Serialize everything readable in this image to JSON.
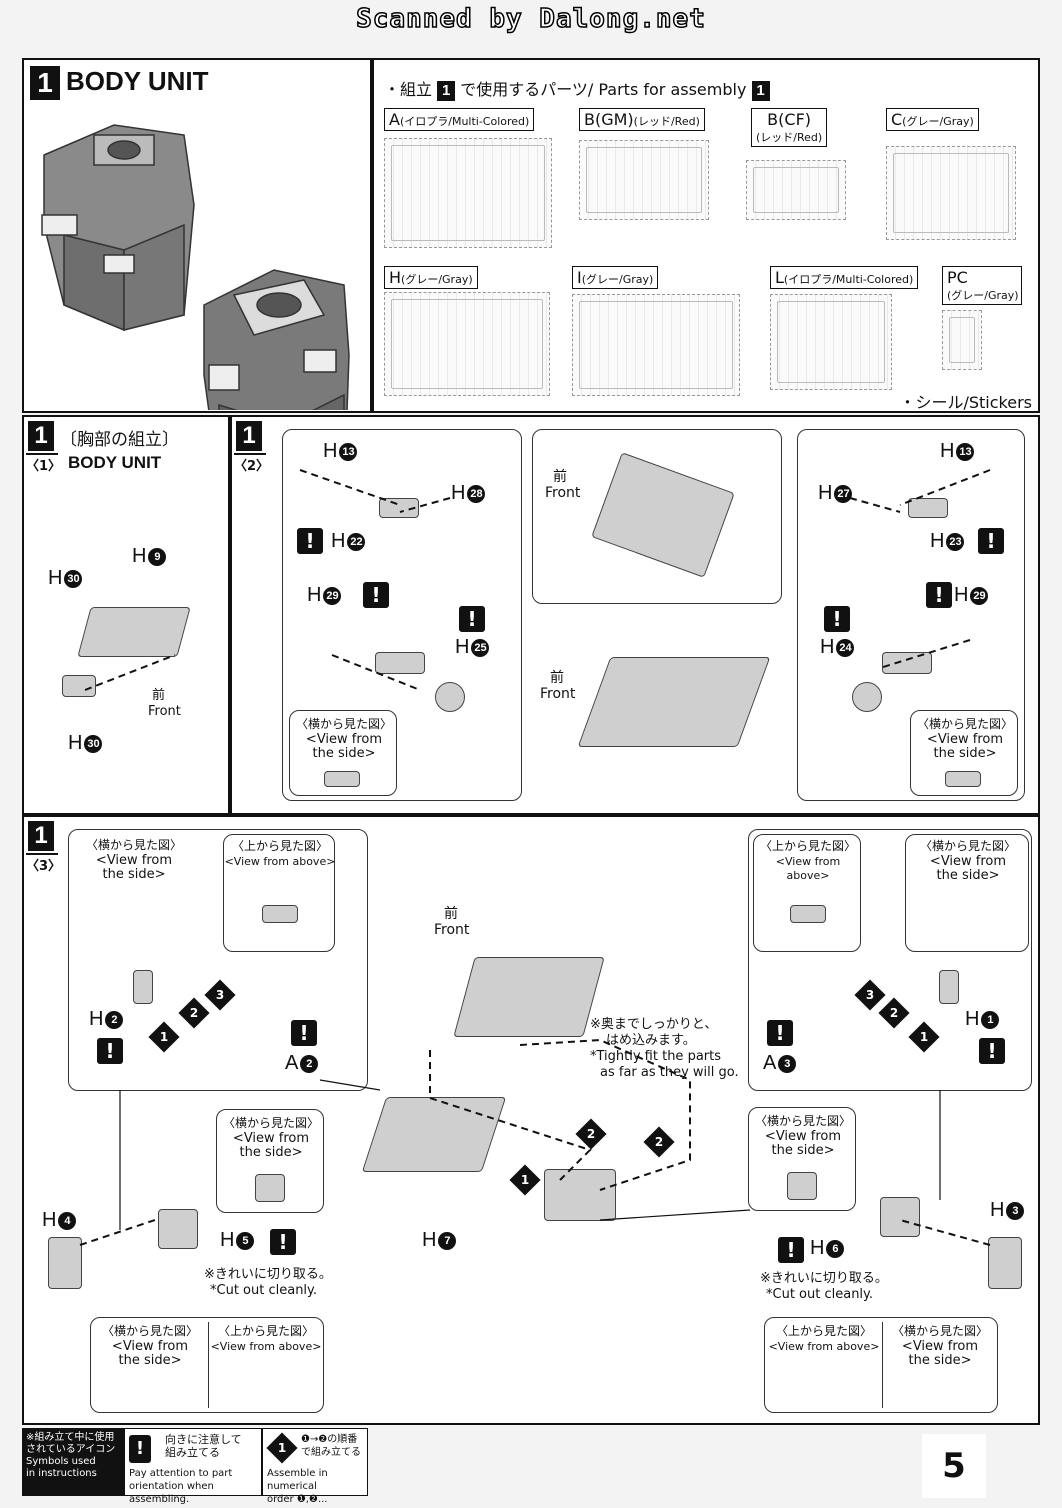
{
  "header": {
    "scan_credit": "Scanned by Dalong.net"
  },
  "section1": {
    "number": "1",
    "title": "BODY UNIT",
    "parts_header_pre": "・組立",
    "parts_header_post": "で使用するパーツ/ Parts for assembly",
    "parts": [
      {
        "letter": "A",
        "desc": "(イロプラ/Multi-Colored)"
      },
      {
        "letter": "B(GM)",
        "desc": "(レッド/Red)"
      },
      {
        "letter": "B(CF)",
        "desc": "(レッド/Red)"
      },
      {
        "letter": "C",
        "desc": "(グレー/Gray)"
      },
      {
        "letter": "H",
        "desc": "(グレー/Gray)"
      },
      {
        "letter": "I",
        "desc": "(グレー/Gray)"
      },
      {
        "letter": "L",
        "desc": "(イロプラ/Multi-Colored)"
      },
      {
        "letter": "PC",
        "desc": "(グレー/Gray)"
      }
    ],
    "stickers": "・シール/Stickers"
  },
  "step1": {
    "number": "1",
    "sub": "1",
    "sub_label": "〈1〉",
    "title_jp": "〔胸部の組立〕",
    "title_en": "BODY UNIT",
    "codes": {
      "h30a": "H",
      "h9": "H",
      "h30b": "H"
    },
    "circ": {
      "h30": "30",
      "h9": "9"
    },
    "front_jp": "前",
    "front_en": "Front"
  },
  "step2": {
    "number": "1",
    "sub_label": "〈2〉",
    "circ": {
      "h13": "13",
      "h28": "28",
      "h22": "22",
      "h29": "29",
      "h25": "25",
      "h27": "27",
      "h23": "23",
      "h24": "24"
    },
    "front_jp": "前",
    "front_en": "Front",
    "side_jp": "〈横から見た図〉",
    "side_en_1": "<View from",
    "side_en_2": "the side>"
  },
  "step3": {
    "number": "1",
    "sub_label": "〈3〉",
    "side_jp": "〈横から見た図〉",
    "side_en_1": "<View from",
    "side_en_2": "the side>",
    "above_jp": "〈上から見た図〉",
    "above_en": "<View from above>",
    "circ": {
      "h2": "2",
      "a2": "2",
      "h1": "1",
      "a3": "3",
      "h4": "4",
      "h5": "5",
      "h7": "7",
      "h6": "6",
      "h3": "3"
    },
    "steps": [
      "1",
      "2",
      "3"
    ],
    "front_jp": "前",
    "front_en": "Front",
    "tight_jp_1": "※奥までしっかりと、",
    "tight_jp_2": "はめ込みます。",
    "tight_en_1": "*Tightly fit the parts",
    "tight_en_2": "as far as they will go.",
    "cut_jp": "※きれいに切り取る。",
    "cut_en": "*Cut out cleanly."
  },
  "legend": {
    "title_jp_1": "※組み立て中に使用",
    "title_jp_2": "されているアイコン",
    "title_en_1": "Symbols used",
    "title_en_2": "in instructions",
    "attention_jp_1": "向きに注意して",
    "attention_jp_2": "組み立てる",
    "attention_en_1": "Pay attention to part",
    "attention_en_2": "orientation when assembling.",
    "order_jp_1": "❶→❷の順番",
    "order_jp_2": "で組み立てる",
    "order_en_1": "Assemble in numerical",
    "order_en_2": "order ❶,❷..."
  },
  "page_number": "5"
}
